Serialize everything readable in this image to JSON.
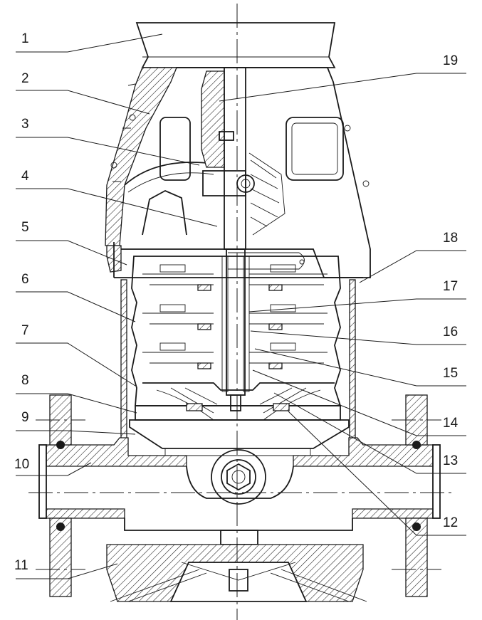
{
  "labels": [
    {
      "num": "1"
    },
    {
      "num": "2"
    },
    {
      "num": "3"
    },
    {
      "num": "4"
    },
    {
      "num": "5"
    },
    {
      "num": "6"
    },
    {
      "num": "7"
    },
    {
      "num": "8"
    },
    {
      "num": "9"
    },
    {
      "num": "10"
    },
    {
      "num": "11"
    },
    {
      "num": "12"
    },
    {
      "num": "13"
    },
    {
      "num": "14"
    },
    {
      "num": "15"
    },
    {
      "num": "16"
    },
    {
      "num": "17"
    },
    {
      "num": "18"
    },
    {
      "num": "19"
    }
  ]
}
